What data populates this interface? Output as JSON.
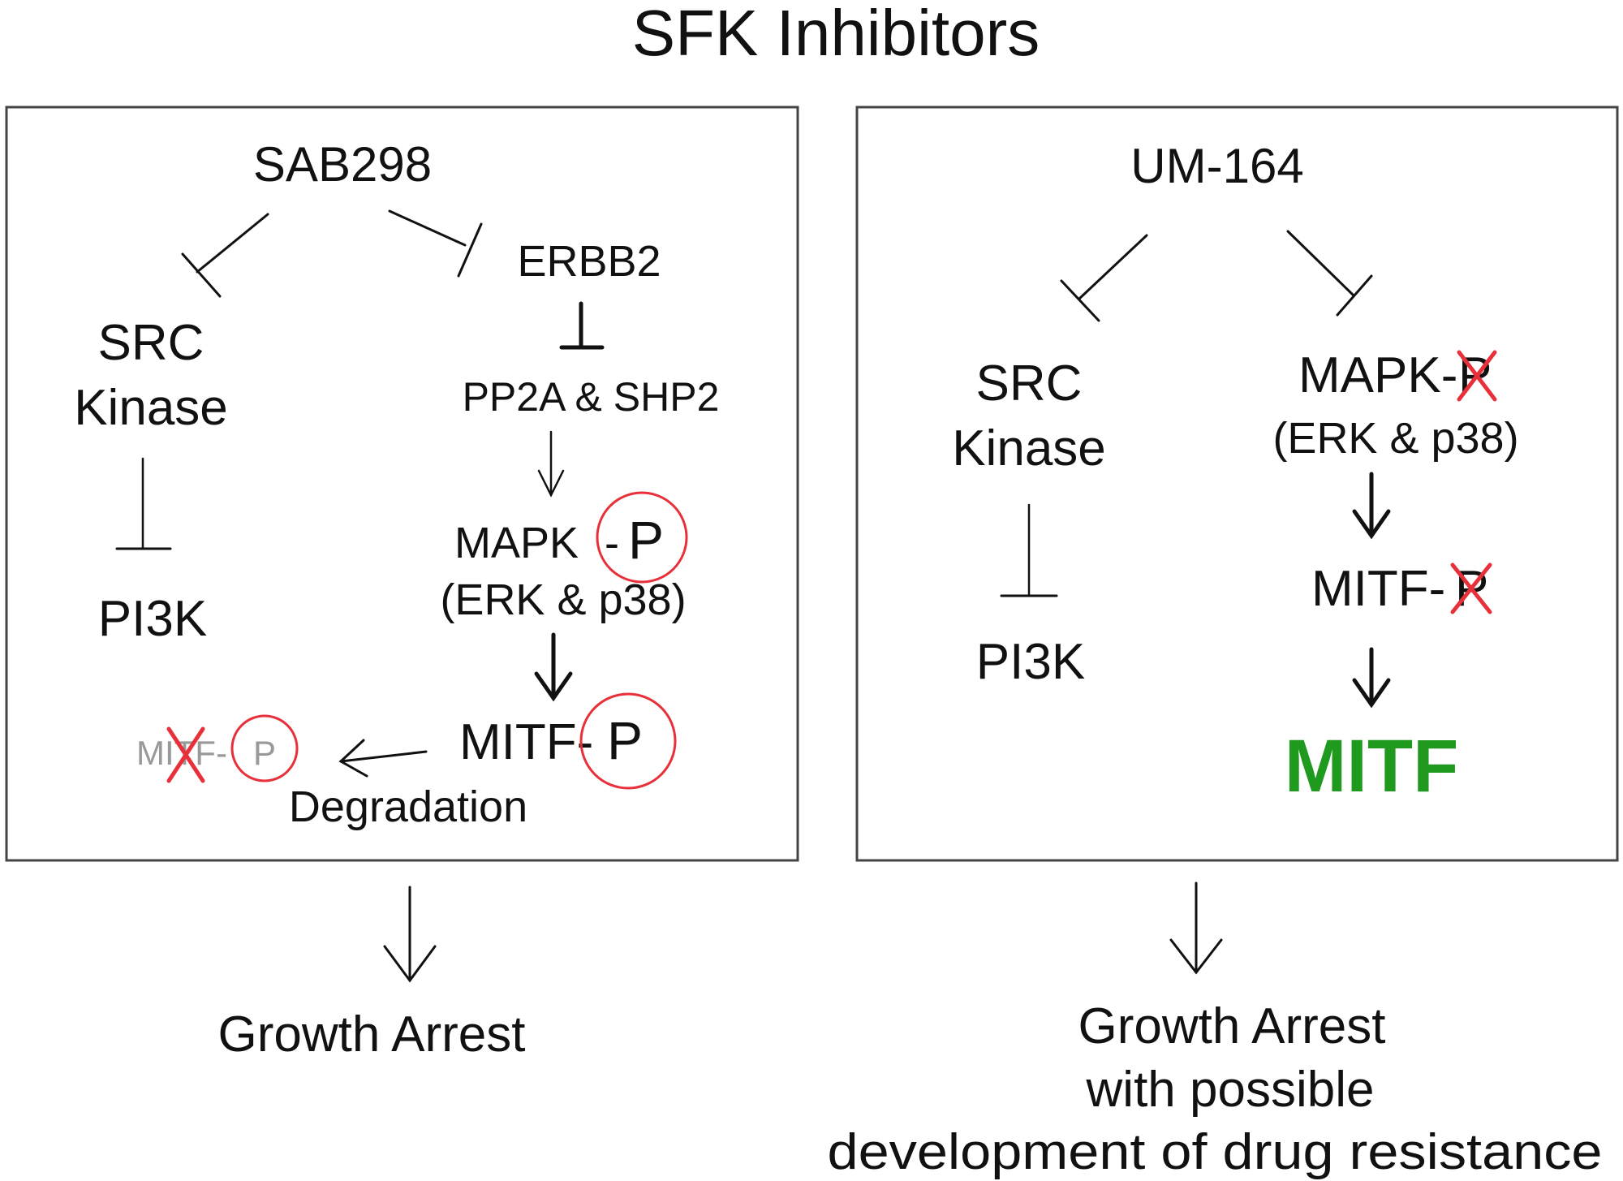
{
  "title": "SFK Inhibitors",
  "colors": {
    "text": "#111111",
    "box_border": "#444444",
    "phospho_circle": "#e8303a",
    "blocked_x": "#e8303a",
    "degraded_text": "#999999",
    "mitf_active": "#1f9a1f"
  },
  "left_panel": {
    "drug": "SAB298",
    "src_kinase_line1": "SRC",
    "src_kinase_line2": "Kinase",
    "pi3k": "PI3K",
    "erbb2": "ERBB2",
    "pp2a_shp2": "PP2A & SHP2",
    "mapk": "MAPK",
    "mapk_dash": "-",
    "mapk_p": "P",
    "mapk_sub": "(ERK & p38)",
    "mitf": "MITF-",
    "mitf_p": "P",
    "degraded_mitf": "MITF-",
    "degraded_p": "P",
    "degradation": "Degradation",
    "outcome": "Growth Arrest"
  },
  "right_panel": {
    "drug": "UM-164",
    "src_kinase_line1": "SRC",
    "src_kinase_line2": "Kinase",
    "pi3k": "PI3K",
    "mapk": "MAPK-",
    "mapk_p": "P",
    "mapk_sub": "(ERK & p38)",
    "mitf": "MITF-",
    "mitf_p": "P",
    "mitf_active": "MITF",
    "outcome_line1": "Growth Arrest",
    "outcome_line2": "with possible",
    "outcome_line3": "development of drug resistance"
  }
}
